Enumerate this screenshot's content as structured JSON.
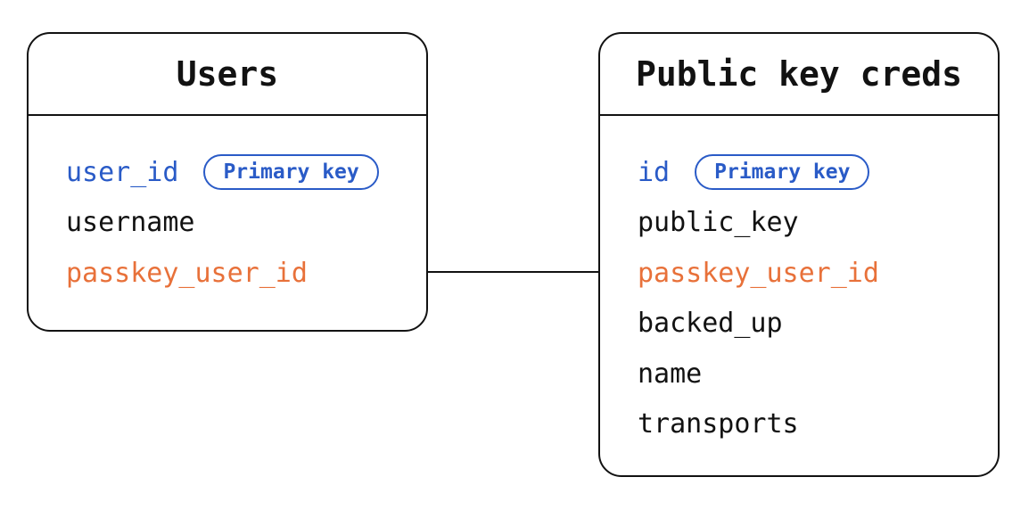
{
  "colors": {
    "ink": "#121212",
    "primary_key_blue": "#2a5bc7",
    "foreign_key_orange": "#e8713a",
    "background": "#ffffff"
  },
  "tables": [
    {
      "title": "Users",
      "fields": [
        {
          "name": "user_id",
          "role": "primary",
          "badge": "Primary key"
        },
        {
          "name": "username",
          "role": "normal"
        },
        {
          "name": "passkey_user_id",
          "role": "foreign"
        }
      ]
    },
    {
      "title": "Public key creds",
      "fields": [
        {
          "name": "id",
          "role": "primary",
          "badge": "Primary key"
        },
        {
          "name": "public_key",
          "role": "normal"
        },
        {
          "name": "passkey_user_id",
          "role": "foreign"
        },
        {
          "name": "backed_up",
          "role": "normal"
        },
        {
          "name": "name",
          "role": "normal"
        },
        {
          "name": "transports",
          "role": "normal"
        }
      ]
    }
  ],
  "relationship": {
    "from": "Users.passkey_user_id",
    "to": "Public key creds.passkey_user_id"
  }
}
